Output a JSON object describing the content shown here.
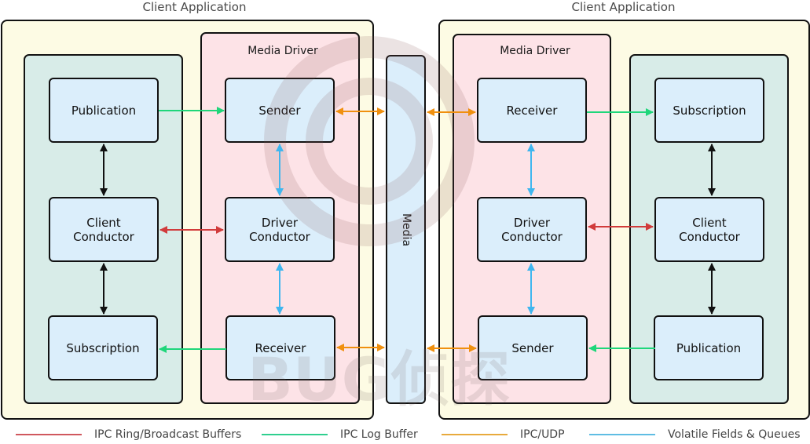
{
  "left_app": {
    "title": "Client Application",
    "media_driver": {
      "title": "Media Driver",
      "sender": "Sender",
      "driver_conductor": "Driver\nConductor",
      "receiver": "Receiver"
    },
    "client": {
      "publication": "Publication",
      "client_conductor": "Client\nConductor",
      "subscription": "Subscription"
    }
  },
  "right_app": {
    "title": "Client Application",
    "media_driver": {
      "title": "Media Driver",
      "receiver": "Receiver",
      "driver_conductor": "Driver\nConductor",
      "sender": "Sender"
    },
    "client": {
      "subscription": "Subscription",
      "client_conductor": "Client\nConductor",
      "publication": "Publication"
    }
  },
  "media": {
    "label": "Media"
  },
  "watermark": {
    "text": "BUG侦探"
  },
  "colors": {
    "ipc_ring": "#d13b3b",
    "ipc_log": "#1fd67a",
    "ipc_udp": "#f0900f",
    "volatile": "#3fb6ef",
    "black": "#111111"
  },
  "legend": [
    {
      "label": "IPC Ring/Broadcast Buffers",
      "color": "#d0585e"
    },
    {
      "label": "IPC Log Buffer",
      "color": "#2fcf8f"
    },
    {
      "label": "IPC/UDP",
      "color": "#e8aa3c"
    },
    {
      "label": "Volatile Fields & Queues",
      "color": "#5fbde3"
    }
  ]
}
